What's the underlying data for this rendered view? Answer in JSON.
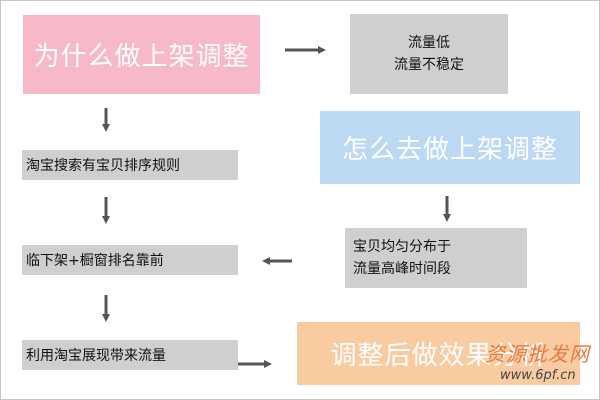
{
  "boxes": {
    "why_adjust": "为什么做上架调整",
    "low_traffic_line1": "流量低",
    "low_traffic_line2": "流量不稳定",
    "how_adjust": "怎么去做上架调整",
    "taobao_rules": "淘宝搜索有宝贝排序规则",
    "spread_line1": "宝贝均匀分布于",
    "spread_line2": "流量高峰时间段",
    "near_delist": "临下架+橱窗排名靠前",
    "use_display": "利用淘宝展现带来流量",
    "effect_after": "调整后做效果分析"
  },
  "watermark": {
    "text_cn": "资源批发网",
    "url": "www.6pf.cn"
  }
}
